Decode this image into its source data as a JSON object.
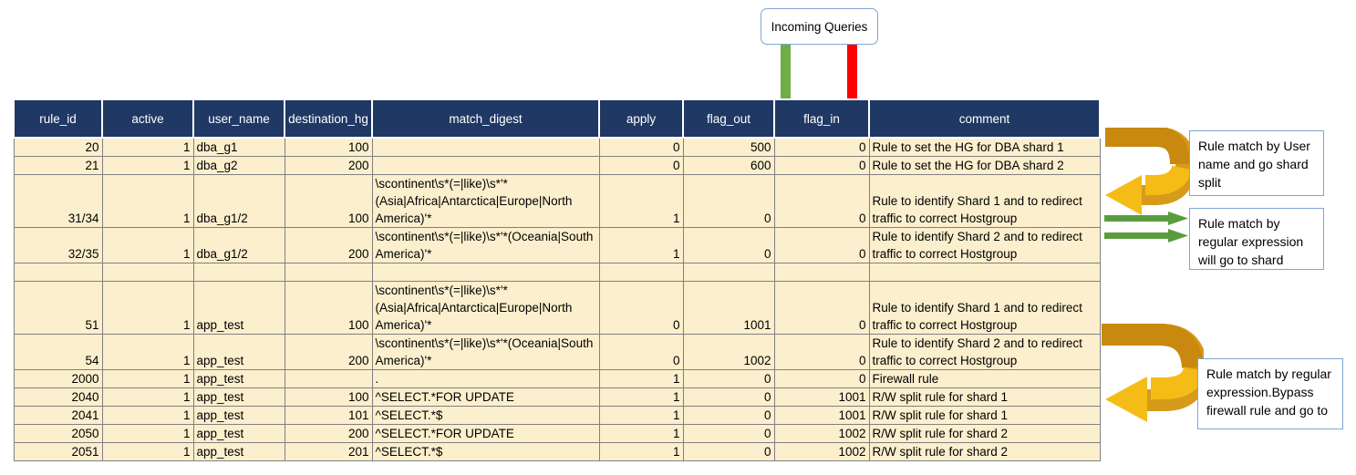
{
  "diagram": {
    "incoming_label": "Incoming Queries",
    "colors": {
      "header_navy": "#1F3864",
      "row_cream": "#FCEFCD",
      "row_firewall_red": "#FF0000",
      "row_green": "#AECF93",
      "arrow_green": "#70AD47",
      "arrow_red": "#FF0000",
      "arrow_orange": "#E0A31A",
      "callout_border": "#7FA6D3"
    }
  },
  "table": {
    "columns": [
      "rule_id",
      "active",
      "user_name",
      "destination_hg",
      "match_digest",
      "apply",
      "flag_out",
      "flag_in",
      "comment"
    ],
    "rows": [
      {
        "rule_id": "20",
        "active": "1",
        "user_name": "dba_g1",
        "destination_hg": "100",
        "match_digest": "",
        "apply": "0",
        "flag_out": "500",
        "flag_in": "0",
        "comment": "Rule to set the HG for DBA shard 1",
        "style": "normal"
      },
      {
        "rule_id": "21",
        "active": "1",
        "user_name": "dba_g2",
        "destination_hg": "200",
        "match_digest": "",
        "apply": "0",
        "flag_out": "600",
        "flag_in": "0",
        "comment": "Rule to set the HG for DBA shard 2",
        "style": "normal"
      },
      {
        "rule_id": "31/34",
        "active": "1",
        "user_name": "dba_g1/2",
        "destination_hg": "100",
        "match_digest": "\\scontinent\\s*(=|like)\\s*'*(Asia|Africa|Antarctica|Europe|North America)'*",
        "apply": "1",
        "flag_out": "0",
        "flag_in": "0",
        "comment": "Rule to identify Shard 1 and to redirect traffic to correct Hostgroup",
        "style": "normal"
      },
      {
        "rule_id": "32/35",
        "active": "1",
        "user_name": "dba_g1/2",
        "destination_hg": "200",
        "match_digest": "\\scontinent\\s*(=|like)\\s*'*(Oceania|South America)'*",
        "apply": "1",
        "flag_out": "0",
        "flag_in": "0",
        "comment": "Rule to identify Shard 2 and to redirect traffic to correct Hostgroup",
        "style": "normal"
      },
      {
        "rule_id": "",
        "active": "",
        "user_name": "",
        "destination_hg": "",
        "match_digest": "",
        "apply": "",
        "flag_out": "",
        "flag_in": "",
        "comment": "",
        "style": "spacer"
      },
      {
        "rule_id": "51",
        "active": "1",
        "user_name": "app_test",
        "destination_hg": "100",
        "match_digest": "\\scontinent\\s*(=|like)\\s*'*(Asia|Africa|Antarctica|Europe|North America)'*",
        "apply": "0",
        "flag_out": "1001",
        "flag_in": "0",
        "comment": "Rule to identify Shard 1 and to redirect traffic to correct Hostgroup",
        "style": "normal"
      },
      {
        "rule_id": "54",
        "active": "1",
        "user_name": "app_test",
        "destination_hg": "200",
        "match_digest": "\\scontinent\\s*(=|like)\\s*'*(Oceania|South America)'*",
        "apply": "0",
        "flag_out": "1002",
        "flag_in": "0",
        "comment": "Rule to identify Shard 2 and to redirect traffic to correct Hostgroup",
        "style": "normal"
      },
      {
        "rule_id": "2000",
        "active": "1",
        "user_name": "app_test",
        "destination_hg": "",
        "match_digest": ".",
        "apply": "1",
        "flag_out": "0",
        "flag_in": "0",
        "comment": "Firewall rule",
        "style": "firewall"
      },
      {
        "rule_id": "2040",
        "active": "1",
        "user_name": "app_test",
        "destination_hg": "100",
        "match_digest": "^SELECT.*FOR UPDATE",
        "apply": "1",
        "flag_out": "0",
        "flag_in": "1001",
        "comment": "R/W split rule for shard 1",
        "style": "green"
      },
      {
        "rule_id": "2041",
        "active": "1",
        "user_name": "app_test",
        "destination_hg": "101",
        "match_digest": "^SELECT.*$",
        "apply": "1",
        "flag_out": "0",
        "flag_in": "1001",
        "comment": "R/W split rule for shard 1",
        "style": "green"
      },
      {
        "rule_id": "2050",
        "active": "1",
        "user_name": "app_test",
        "destination_hg": "200",
        "match_digest": "^SELECT.*FOR UPDATE",
        "apply": "1",
        "flag_out": "0",
        "flag_in": "1002",
        "comment": "R/W split rule for shard 2",
        "style": "green"
      },
      {
        "rule_id": "2051",
        "active": "1",
        "user_name": "app_test",
        "destination_hg": "201",
        "match_digest": "^SELECT.*$",
        "apply": "1",
        "flag_out": "0",
        "flag_in": "1002",
        "comment": "R/W split rule for shard 2",
        "style": "green"
      }
    ]
  },
  "callouts": {
    "user_match": "Rule match by User name and go shard split",
    "regex_match": "Rule match by regular expression will go to shard",
    "bypass_firewall": "Rule match by regular expression.Bypass firewall rule and go to"
  }
}
